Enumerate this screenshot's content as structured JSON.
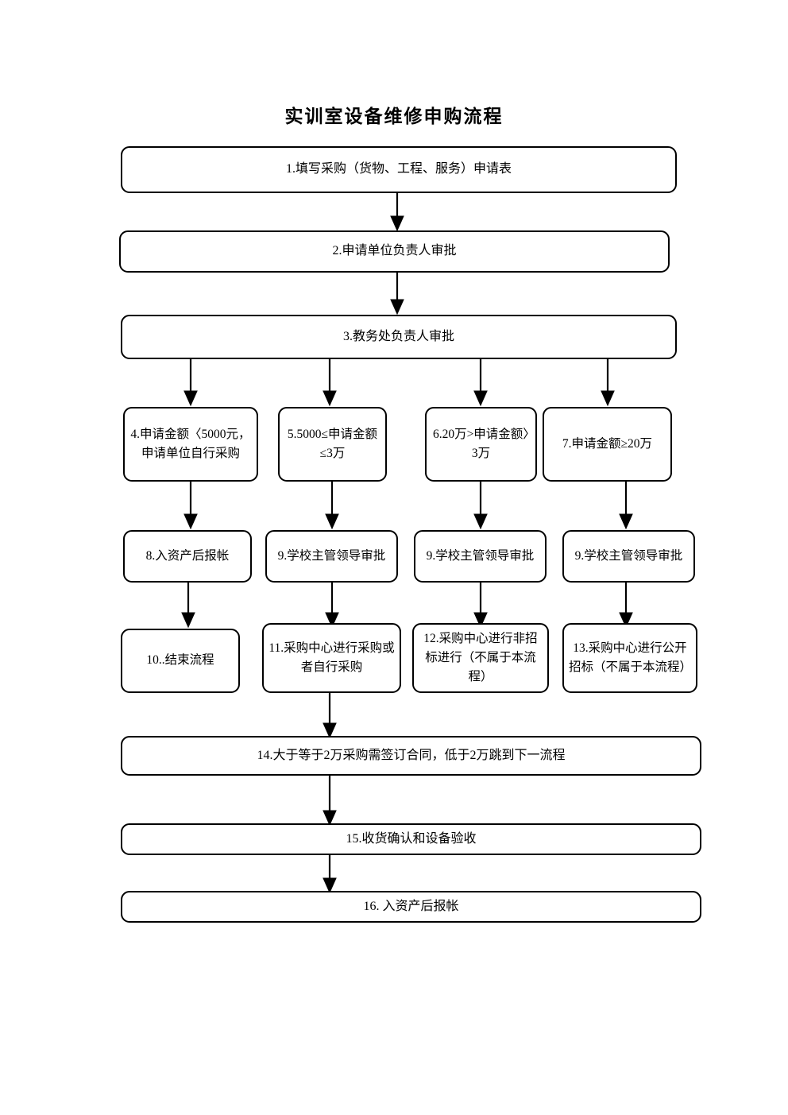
{
  "document": {
    "title": "实训室设备维修申购流程",
    "type": "flowchart"
  },
  "flowchart": {
    "nodes": [
      {
        "id": "n1",
        "label": "1.填写采购（货物、工程、服务）申请表"
      },
      {
        "id": "n2",
        "label": "2.申请单位负责人审批"
      },
      {
        "id": "n3",
        "label": "3.教务处负责人审批"
      },
      {
        "id": "n4",
        "label": "4.申请金额〈5000元，申请单位自行采购"
      },
      {
        "id": "n5",
        "label": "5.5000≤申请金额≤3万"
      },
      {
        "id": "n6",
        "label": "6.20万>申请金额〉3万"
      },
      {
        "id": "n7",
        "label": "7.申请金额≥20万"
      },
      {
        "id": "n8",
        "label": "8.入资产后报帐"
      },
      {
        "id": "n9a",
        "label": "9.学校主管领导审批"
      },
      {
        "id": "n9b",
        "label": "9.学校主管领导审批"
      },
      {
        "id": "n9c",
        "label": "9.学校主管领导审批"
      },
      {
        "id": "n10",
        "label": "10..结束流程"
      },
      {
        "id": "n11",
        "label": "11.采购中心进行采购或者自行采购"
      },
      {
        "id": "n12",
        "label": "12.采购中心进行非招标进行（不属于本流程）"
      },
      {
        "id": "n13",
        "label": "13.采购中心进行公开招标（不属于本流程）"
      },
      {
        "id": "n14",
        "label": "14.大于等于2万采购需签订合同，低于2万跳到下一流程"
      },
      {
        "id": "n15",
        "label": "15.收货确认和设备验收"
      },
      {
        "id": "n16",
        "label": "16. 入资产后报帐"
      }
    ],
    "edges": [
      {
        "from": "n1",
        "to": "n2"
      },
      {
        "from": "n2",
        "to": "n3"
      },
      {
        "from": "n3",
        "to": "n4"
      },
      {
        "from": "n3",
        "to": "n5"
      },
      {
        "from": "n3",
        "to": "n6"
      },
      {
        "from": "n3",
        "to": "n7"
      },
      {
        "from": "n4",
        "to": "n8"
      },
      {
        "from": "n5",
        "to": "n9a"
      },
      {
        "from": "n6",
        "to": "n9b"
      },
      {
        "from": "n7",
        "to": "n9c"
      },
      {
        "from": "n8",
        "to": "n10"
      },
      {
        "from": "n9a",
        "to": "n11"
      },
      {
        "from": "n9b",
        "to": "n12"
      },
      {
        "from": "n9c",
        "to": "n13"
      },
      {
        "from": "n11",
        "to": "n14"
      },
      {
        "from": "n14",
        "to": "n15"
      },
      {
        "from": "n15",
        "to": "n16"
      }
    ],
    "colors": {
      "stroke": "#000000",
      "fill": "#ffffff",
      "text": "#000000"
    }
  }
}
